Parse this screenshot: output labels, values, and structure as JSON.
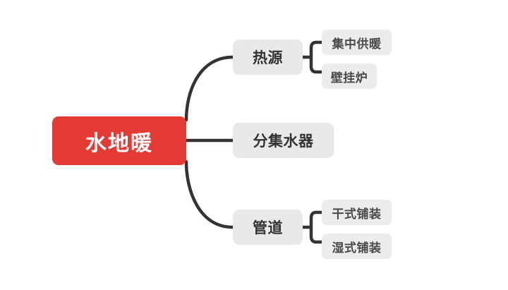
{
  "diagram": {
    "type": "mind-map",
    "background_color": "#ffffff",
    "line_color": "#333333",
    "root": {
      "label": "水地暖",
      "fill": "#e33b33",
      "text_color": "#ffffff"
    },
    "branches": [
      {
        "label": "热源",
        "fill": "#e9e9e9",
        "children": [
          {
            "label": "集中供暖",
            "fill": "#ececec"
          },
          {
            "label": "壁挂炉",
            "fill": "#ececec"
          }
        ]
      },
      {
        "label": "分集水器",
        "fill": "#e9e9e9",
        "children": []
      },
      {
        "label": "管道",
        "fill": "#e9e9e9",
        "children": [
          {
            "label": "干式铺装",
            "fill": "#ececec"
          },
          {
            "label": "湿式铺装",
            "fill": "#ececec"
          }
        ]
      }
    ]
  }
}
